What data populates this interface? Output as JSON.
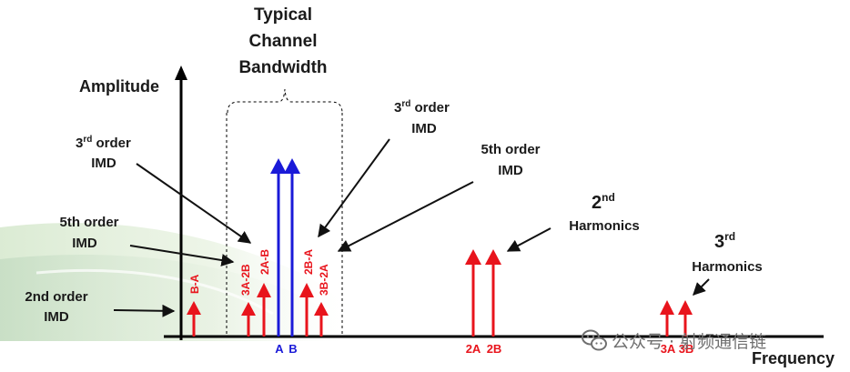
{
  "colors": {
    "imd_red": "#e8141c",
    "carrier_blue": "#1a1ad8",
    "text_dark": "#1a1a1a",
    "watermark_gray": "#6f6f6f"
  },
  "axes": {
    "y_label": "Amplitude",
    "x_label": "Frequency"
  },
  "bandwidth_label": {
    "line1": "Typical",
    "line2": "Channel",
    "line3": "Bandwidth"
  },
  "callouts": {
    "imd3_left": {
      "base": "3",
      "sup": "rd",
      "word": " order",
      "line2": "IMD"
    },
    "imd5_left": {
      "line1": "5th order",
      "line2": "IMD"
    },
    "imd2_left": {
      "line1": "2nd order",
      "line2": "IMD"
    },
    "imd3_right": {
      "base": "3",
      "sup": "rd",
      "word": " order",
      "line2": "IMD"
    },
    "imd5_right": {
      "line1": "5th order",
      "line2": "IMD"
    },
    "harm2": {
      "base": "2",
      "sup": "nd",
      "line2": "Harmonics"
    },
    "harm3": {
      "base": "3",
      "sup": "rd",
      "line2": "Harmonics"
    }
  },
  "tone_labels": {
    "b_minus_a": "B-A",
    "three_a_minus_2b": "3A-2B",
    "two_a_minus_b": "2A-B",
    "two_b_minus_a": "2B-A",
    "three_b_minus_2a": "3B-2A",
    "carrier_a": "A",
    "carrier_b": "B",
    "harm_2a": "2A",
    "harm_2b": "2B",
    "harm_3a": "3A",
    "harm_3b": "3B"
  },
  "watermark": {
    "text": "公众号 · 射频通信链",
    "icon": "wechat-icon"
  }
}
